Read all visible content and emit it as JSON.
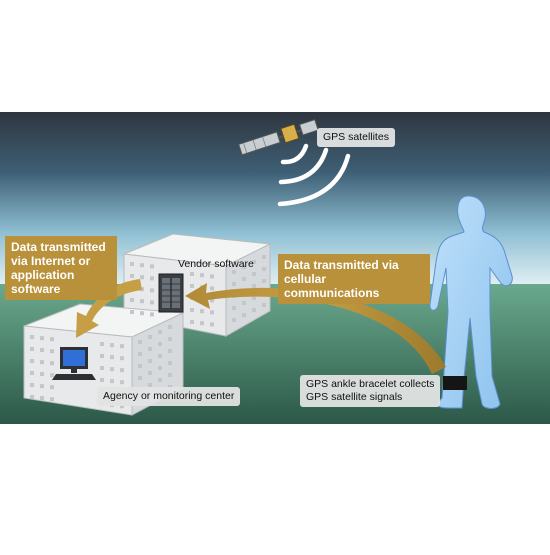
{
  "labels": {
    "gps_satellites": "GPS satellites",
    "vendor_software": "Vendor software",
    "agency_center": "Agency or monitoring center",
    "bracelet_line1": "GPS ankle bracelet collects",
    "bracelet_line2": "GPS satellite signals",
    "internet_line1": "Data transmitted",
    "internet_line2": "via Internet or",
    "internet_line3": "application",
    "internet_line4": "software",
    "cellular_line1": "Data transmitted via",
    "cellular_line2": "cellular communications"
  },
  "colors": {
    "sky_top": "#2f3640",
    "sky_bottom": "#dfeef3",
    "ground_top": "#5d9e83",
    "ground_bottom": "#2c5848",
    "gold_arrow": "#b8913a",
    "person_fill": "#a9d4f5",
    "person_stroke": "#5a8fd0"
  },
  "icons": {
    "satellite": "satellite-icon",
    "signal": "signal-waves-icon",
    "server": "server-icon",
    "computer": "computer-monitor-icon",
    "person": "person-silhouette-icon",
    "bracelet": "ankle-bracelet-icon"
  }
}
